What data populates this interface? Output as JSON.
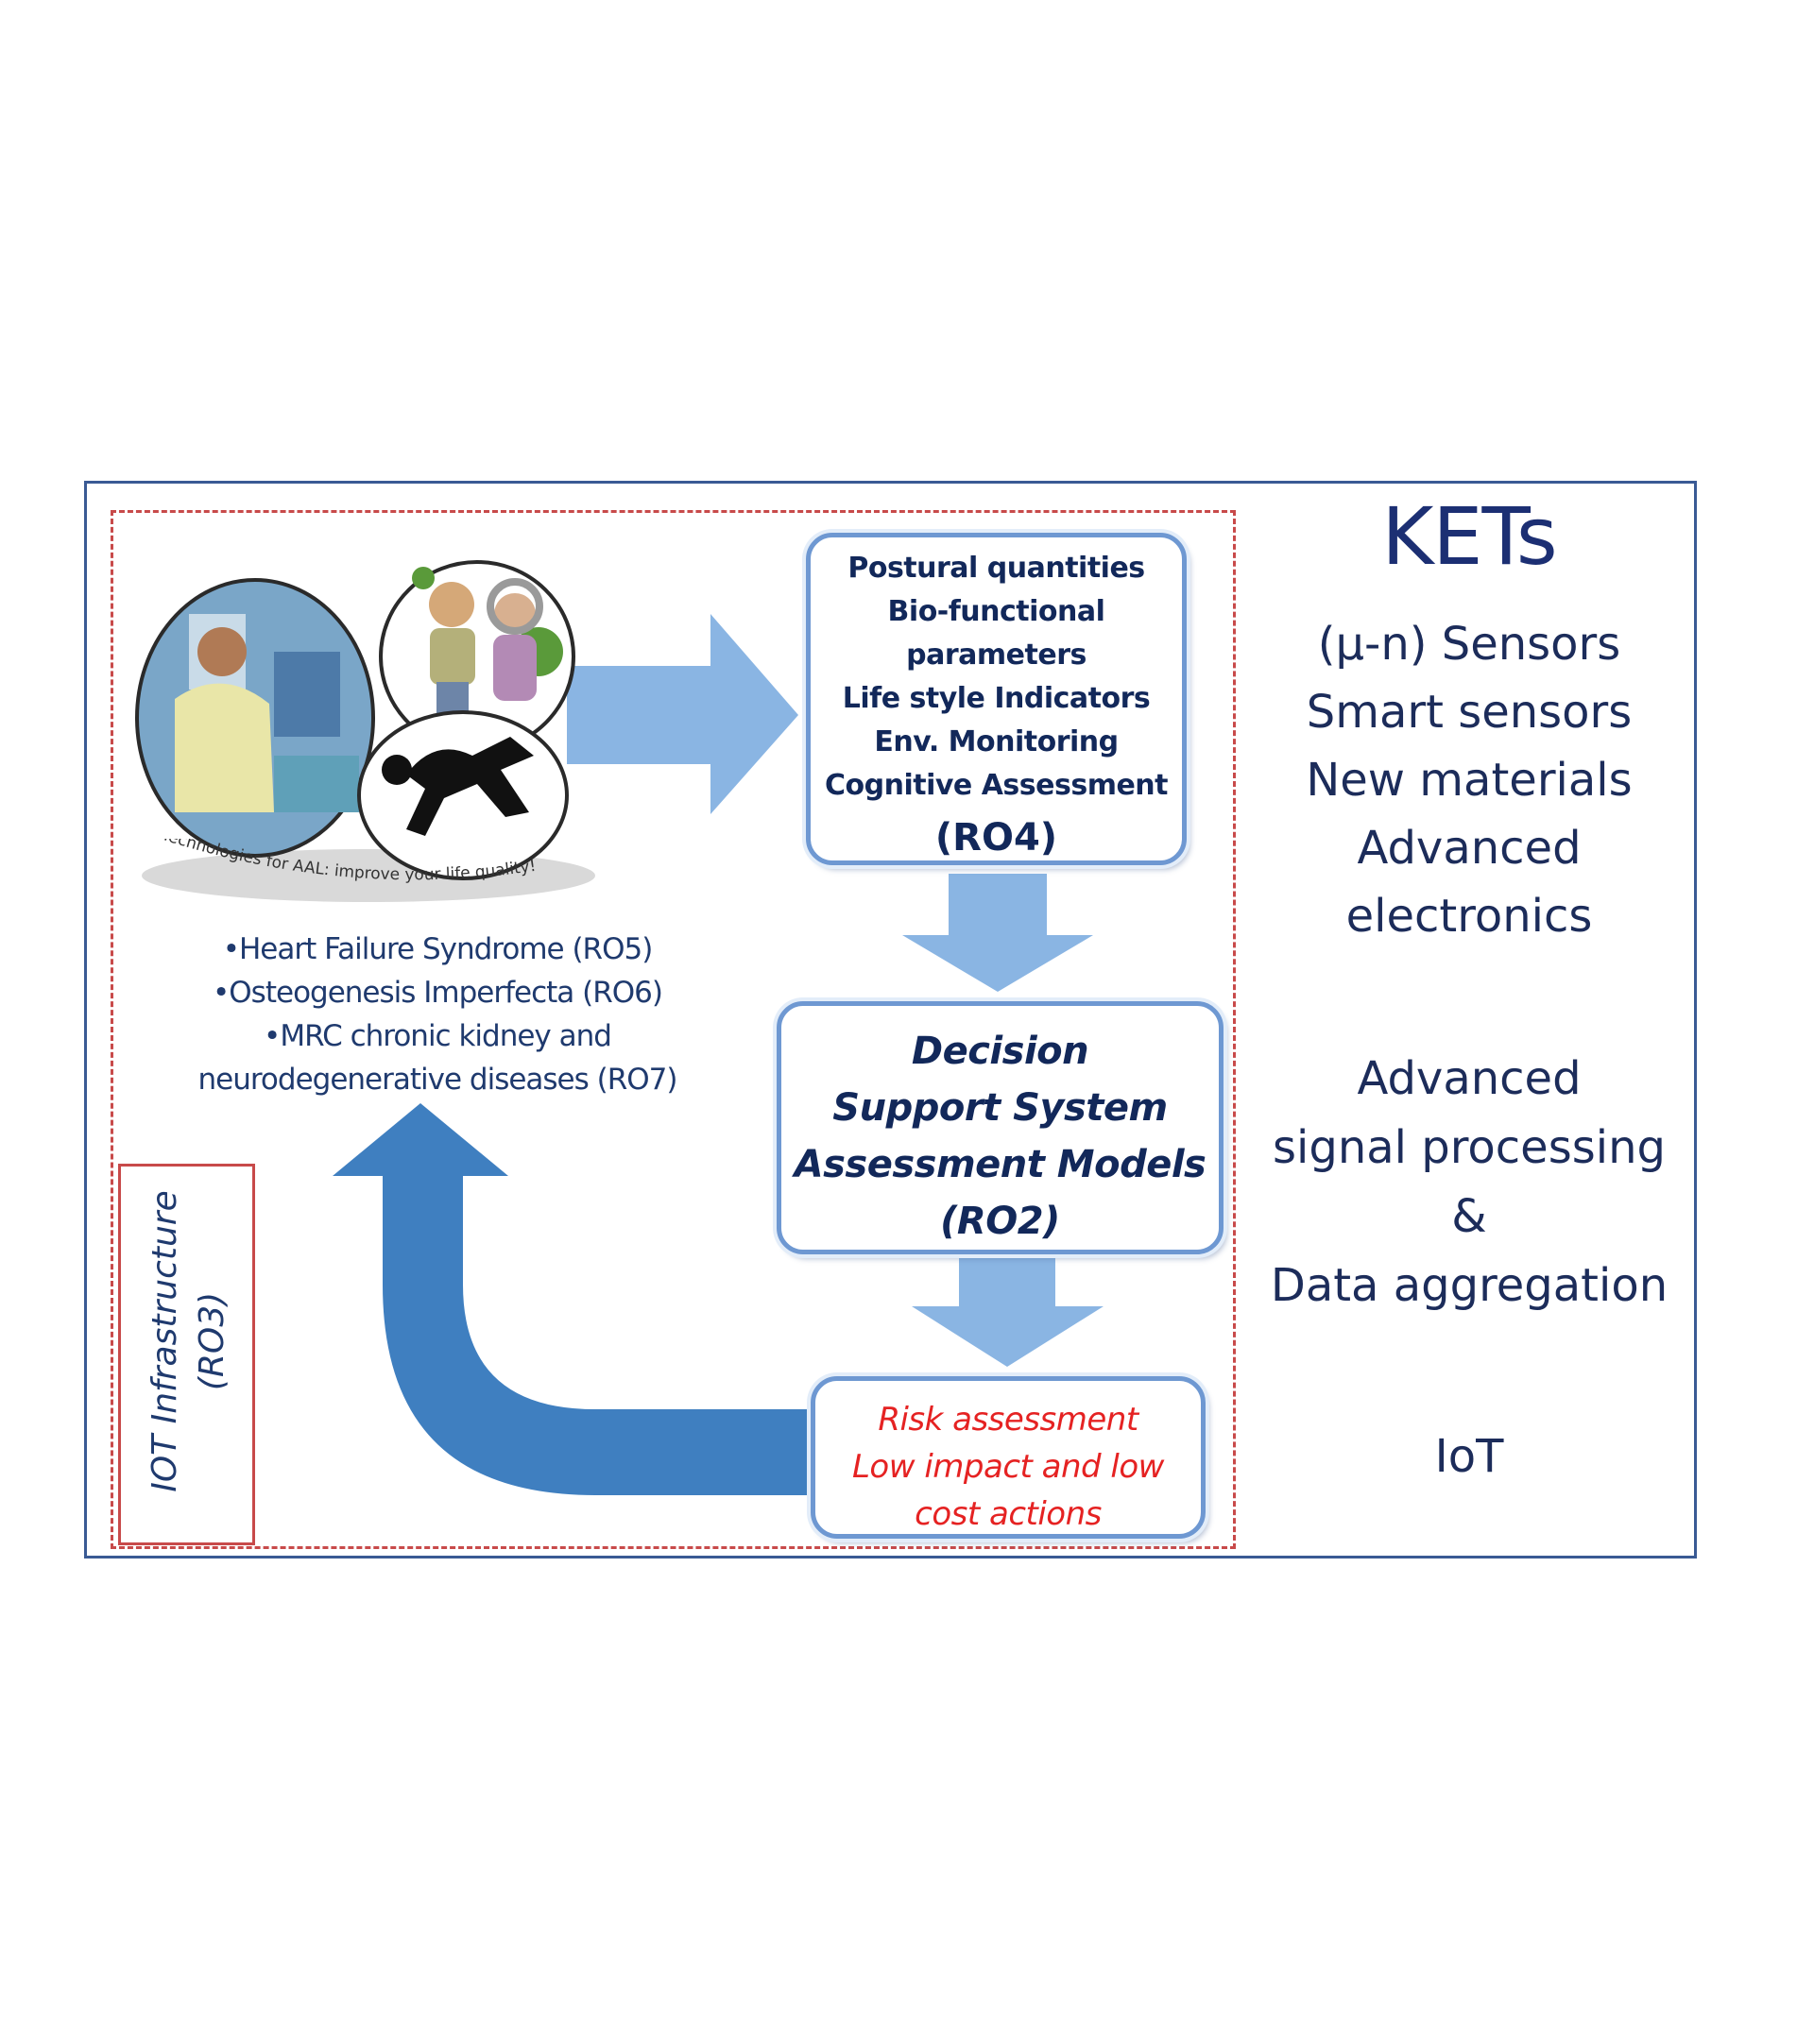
{
  "ro4_box": {
    "lines": [
      "Postural quantities",
      "Bio-functional",
      "parameters",
      "Life style Indicators",
      "Env. Monitoring",
      "Cognitive Assessment"
    ],
    "code": "(RO4)"
  },
  "ro2_box": {
    "lines": [
      "Decision",
      "Support System",
      "Assessment Models",
      "(RO2)"
    ]
  },
  "risk_box": {
    "lines": [
      "Risk assessment",
      "Low impact and low",
      "cost actions"
    ]
  },
  "conditions": [
    "•Heart Failure Syndrome (RO5)",
    "•Osteogenesis Imperfecta (RO6)",
    "•MRC chronic kidney and",
    "neurodegenerative diseases (RO7)"
  ],
  "photo_caption": "Technologies for AAL: improve your life quality!",
  "iot_infrastructure": {
    "line1": "IOT Infrastructure",
    "line2": "(RO3)"
  },
  "kets": {
    "title": "KETs",
    "items": [
      "(µ-n) Sensors",
      "Smart sensors",
      "New materials",
      "Advanced",
      "electronics"
    ]
  },
  "signal": {
    "lines": [
      "Advanced",
      "signal processing",
      "&",
      "Data aggregation"
    ]
  },
  "iot": "IoT",
  "colors": {
    "frame": "#3a5a94",
    "dashed_border": "#c84a4a",
    "light_arrow": "#8ab5e3",
    "dark_arrow": "#3f7fc0",
    "box_border": "#6e98d2",
    "risk_text": "#e52222",
    "text_dark": "#12285a"
  }
}
